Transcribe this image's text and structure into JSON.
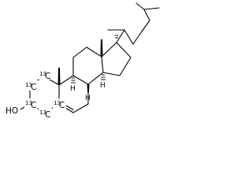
{
  "molecule": {
    "labels": {
      "oh": "HO",
      "isotope": "13",
      "h_stereo": "H"
    },
    "colors": {
      "bond": "#000000",
      "background": "#ffffff"
    }
  }
}
